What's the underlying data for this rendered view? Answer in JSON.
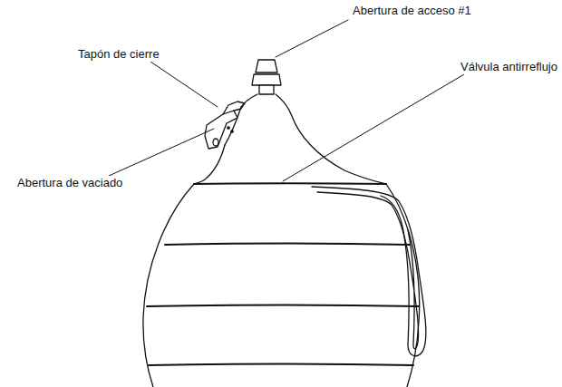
{
  "diagram": {
    "labels": [
      "Abertura de acceso #1",
      "Tapón de cierre",
      "Válvula antirreflujo",
      "Abertura de vaciado"
    ]
  }
}
